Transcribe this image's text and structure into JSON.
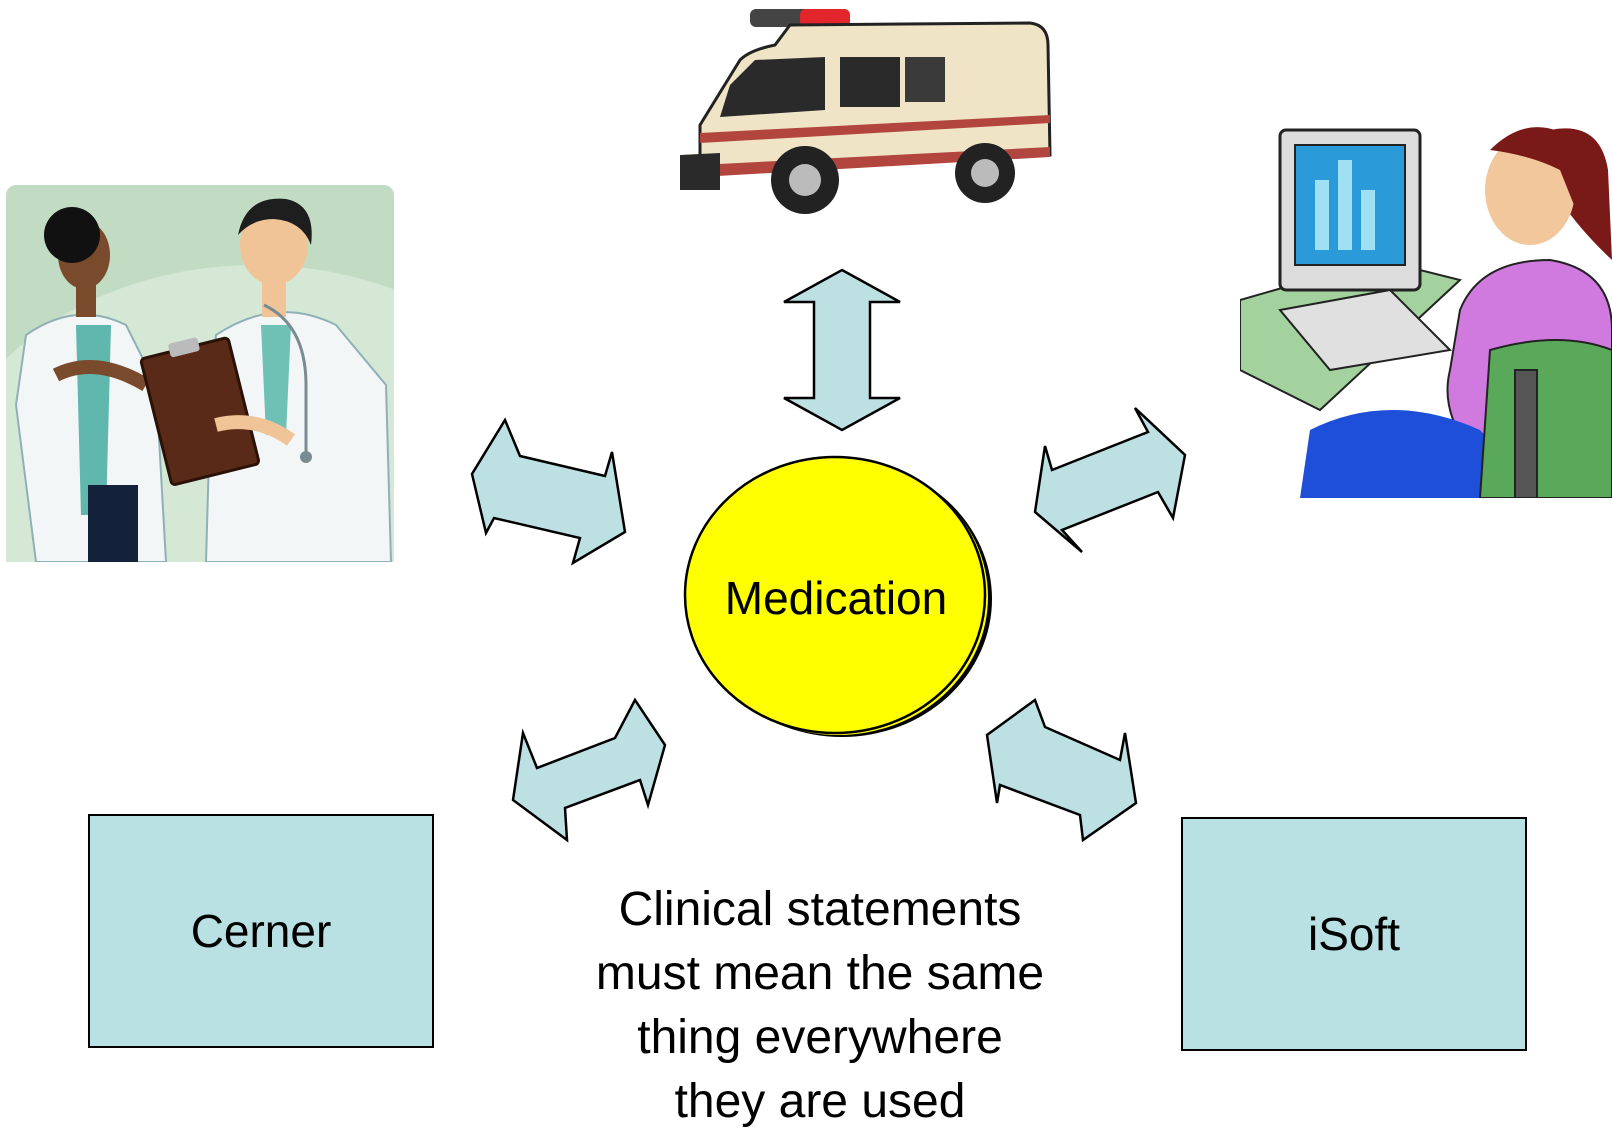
{
  "center": {
    "label": "Medication"
  },
  "nodes": {
    "left_box": {
      "label": "Cerner"
    },
    "right_box": {
      "label": "iSoft"
    }
  },
  "caption": {
    "lines": [
      "Clinical statements",
      "must mean the same",
      "thing everywhere",
      "they are used"
    ]
  },
  "colors": {
    "arrow_fill": "#bde0e3",
    "box_fill": "#b9e0e3",
    "center_fill": "#ffff00"
  },
  "icons": [
    "clinicians-icon",
    "ambulance-icon",
    "computer-user-icon"
  ]
}
